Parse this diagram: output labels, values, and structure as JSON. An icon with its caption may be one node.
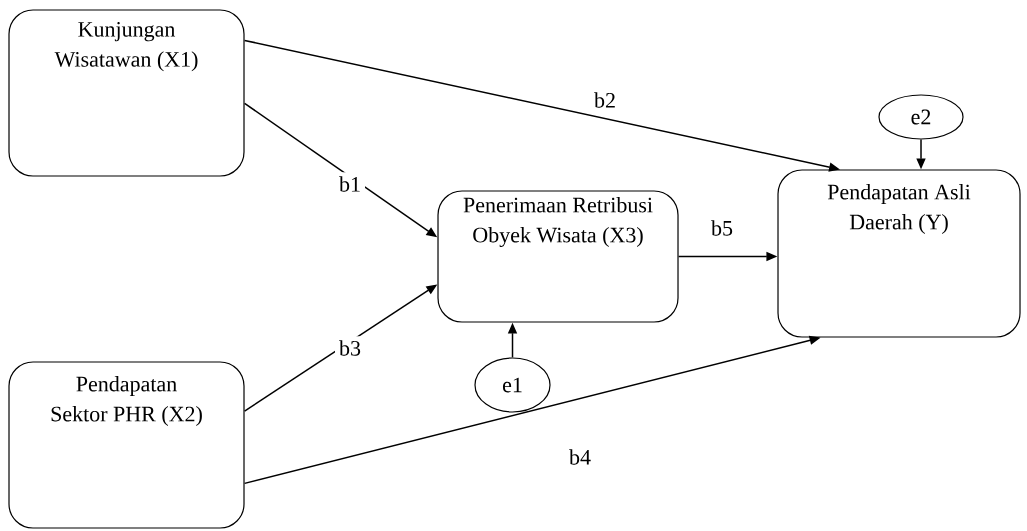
{
  "diagram": {
    "nodes": [
      {
        "text": [
          "Kunjungan Wisatawan (X1)"
        ]
      },
      {
        "text": [
          "Pendapatan Sektor PHR (X2)"
        ]
      },
      {
        "text": [
          "Penerimaan Retribusi Obyek Wisata (X3)"
        ]
      },
      {
        "text": [
          "Pendapatan Asli Daerah (Y)"
        ]
      },
      {
        "text": [
          "e1"
        ]
      },
      {
        "text": [
          "e2"
        ]
      }
    ],
    "edges": [
      {
        "from": 0,
        "to": 3,
        "arrow": "to",
        "label": "b2"
      },
      {
        "from": 0,
        "to": 2,
        "arrow": "to",
        "label": "b1"
      },
      {
        "from": 1,
        "to": 2,
        "arrow": "to",
        "label": "b3"
      },
      {
        "from": 1,
        "to": 3,
        "arrow": "to",
        "label": "b4"
      },
      {
        "from": 2,
        "to": 3,
        "arrow": "to",
        "label": "b5"
      },
      {
        "from": 4,
        "to": 2,
        "arrow": "to"
      },
      {
        "from": 5,
        "to": 3,
        "arrow": "to"
      }
    ]
  }
}
